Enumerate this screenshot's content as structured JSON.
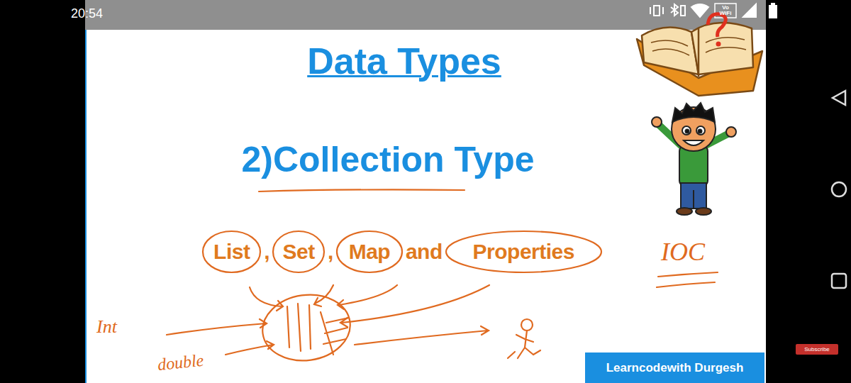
{
  "diagram": {
    "title": "Data Types",
    "nodes": [
      {
        "text": [
          "List"
        ]
      },
      {
        "text": [
          "Set"
        ]
      },
      {
        "text": [
          "Map"
        ]
      },
      {
        "text": [
          "Properties"
        ]
      },
      {
        "text": [
          "Learncodewith Durgesh"
        ]
      },
      {
        "text": [
          "Subscribe"
        ]
      }
    ],
    "labels": [
      "20:54",
      "Vo WiFi",
      "2)Collection Type",
      ",",
      ",",
      "and",
      "Int",
      "double",
      "IOC"
    ]
  }
}
